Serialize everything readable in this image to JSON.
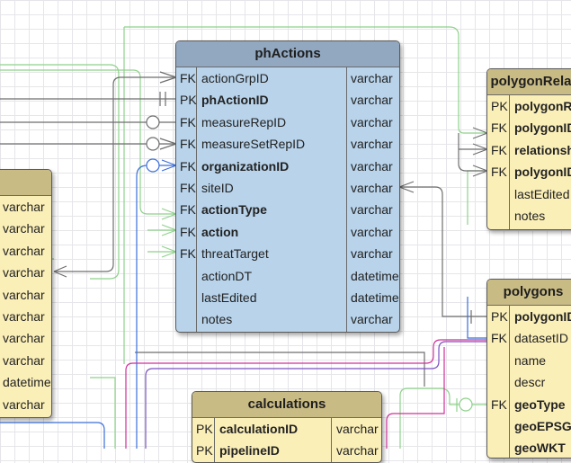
{
  "tables": {
    "phActions": {
      "name": "phActions",
      "rows": [
        {
          "key": "FK",
          "field": "actionGrpID",
          "type": "varchar",
          "bold": false
        },
        {
          "key": "PK",
          "field": "phActionID",
          "type": "varchar",
          "bold": true
        },
        {
          "key": "FK",
          "field": "measureRepID",
          "type": "varchar",
          "bold": false
        },
        {
          "key": "FK",
          "field": "measureSetRepID",
          "type": "varchar",
          "bold": false
        },
        {
          "key": "FK",
          "field": "organizationID",
          "type": "varchar",
          "bold": true
        },
        {
          "key": "FK",
          "field": "siteID",
          "type": "varchar",
          "bold": false
        },
        {
          "key": "FK",
          "field": "actionType",
          "type": "varchar",
          "bold": true
        },
        {
          "key": "FK",
          "field": "action",
          "type": "varchar",
          "bold": true
        },
        {
          "key": "FK",
          "field": "threatTarget",
          "type": "varchar",
          "bold": false
        },
        {
          "key": "",
          "field": "actionDT",
          "type": "datetime",
          "bold": false
        },
        {
          "key": "",
          "field": "lastEdited",
          "type": "datetime",
          "bold": false
        },
        {
          "key": "",
          "field": "notes",
          "type": "varchar",
          "bold": false
        }
      ]
    },
    "polygonRelat": {
      "name": "polygonRelat",
      "rows": [
        {
          "key": "PK",
          "field": "polygonR",
          "bold": true
        },
        {
          "key": "FK",
          "field": "polygonID",
          "bold": true
        },
        {
          "key": "FK",
          "field": "relationsh",
          "bold": true
        },
        {
          "key": "FK",
          "field": "polygonID",
          "bold": true
        },
        {
          "key": "",
          "field": "lastEdited",
          "bold": false
        },
        {
          "key": "",
          "field": "notes",
          "bold": false
        }
      ]
    },
    "polygons": {
      "name": "polygons",
      "rows": [
        {
          "key": "PK",
          "field": "polygonID",
          "bold": true
        },
        {
          "key": "FK",
          "field": "datasetID",
          "bold": false
        },
        {
          "key": "",
          "field": "name",
          "bold": false
        },
        {
          "key": "",
          "field": "descr",
          "bold": false
        },
        {
          "key": "FK",
          "field": "geoType",
          "bold": true
        },
        {
          "key": "",
          "field": "geoEPSG",
          "bold": true
        },
        {
          "key": "",
          "field": "geoWKT",
          "bold": true
        }
      ]
    },
    "calculations": {
      "name": "calculations",
      "rows": [
        {
          "key": "PK",
          "field": "calculationID",
          "type": "varchar",
          "bold": true
        },
        {
          "key": "PK",
          "field": "pipelineID",
          "type": "varchar",
          "bold": true
        }
      ]
    },
    "leftTable": {
      "name": "",
      "rows": [
        {
          "type": "varchar"
        },
        {
          "type": "varchar"
        },
        {
          "type": "varchar"
        },
        {
          "type": "varchar"
        },
        {
          "type": "varchar"
        },
        {
          "type": "varchar"
        },
        {
          "type": "varchar"
        },
        {
          "type": "varchar"
        },
        {
          "type": "datetime"
        },
        {
          "type": "varchar"
        }
      ]
    }
  },
  "colors": {
    "green": "#8fd18b",
    "gray": "#6e6e6e",
    "blue": "#3b6fd8",
    "magenta": "#d0309a",
    "purple": "#7a4fc0"
  }
}
